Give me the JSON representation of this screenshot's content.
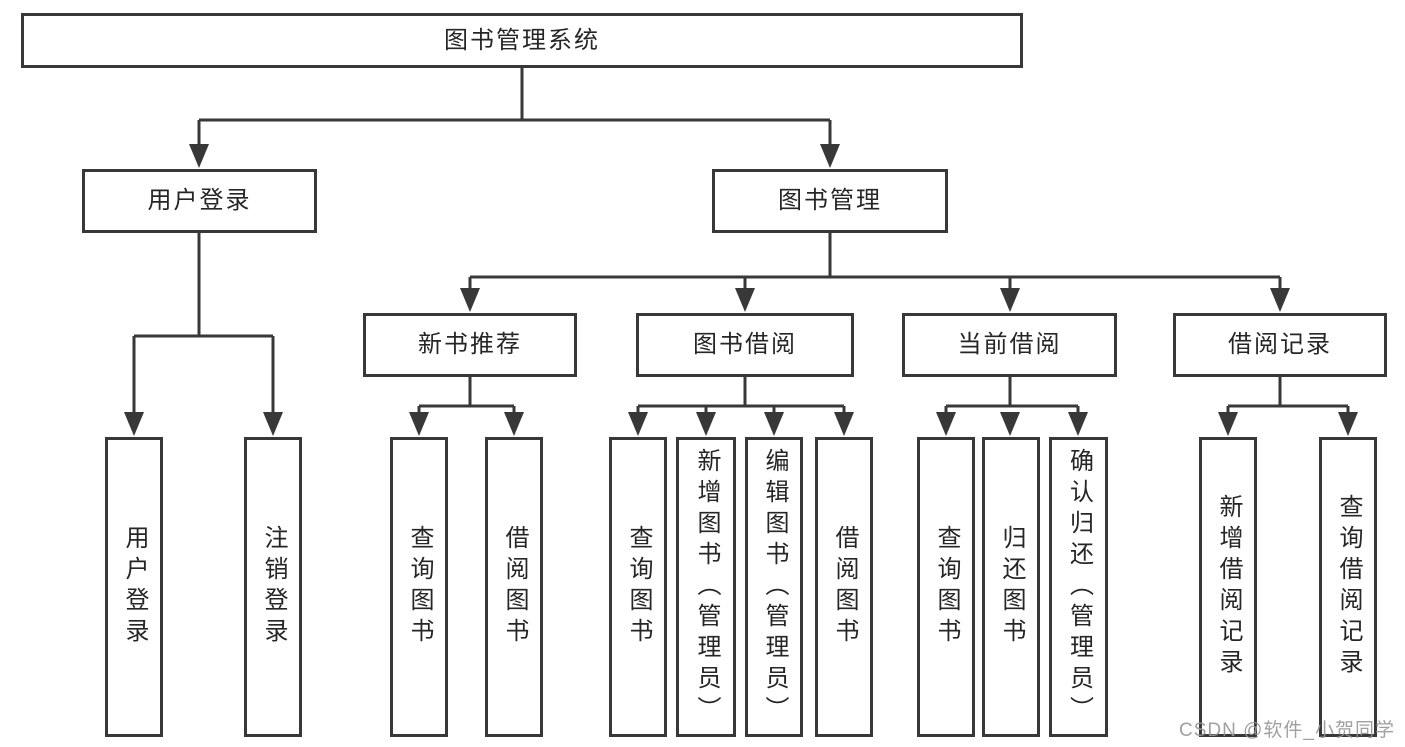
{
  "diagram_title": "图书管理系统",
  "colors": {
    "background": "#ffffff",
    "line": "#383838",
    "box_border": "#383838",
    "text": "#262626",
    "watermark": "#969696"
  },
  "tree": {
    "label": "图书管理系统",
    "children": [
      {
        "label": "用户登录",
        "children": [
          {
            "label": "用户登录"
          },
          {
            "label": "注销登录"
          }
        ]
      },
      {
        "label": "图书管理",
        "children": [
          {
            "label": "新书推荐",
            "children": [
              {
                "label": "查询图书"
              },
              {
                "label": "借阅图书"
              }
            ]
          },
          {
            "label": "图书借阅",
            "children": [
              {
                "label": "查询图书"
              },
              {
                "label": "新增图书（管理员）"
              },
              {
                "label": "编辑图书（管理员）"
              },
              {
                "label": "借阅图书"
              }
            ]
          },
          {
            "label": "当前借阅",
            "children": [
              {
                "label": "查询图书"
              },
              {
                "label": "归还图书"
              },
              {
                "label": "确认归还（管理员）"
              }
            ]
          },
          {
            "label": "借阅记录",
            "children": [
              {
                "label": "新增借阅记录"
              },
              {
                "label": "查询借阅记录"
              }
            ]
          }
        ]
      }
    ]
  },
  "watermark": "CSDN @软件_小贺同学"
}
